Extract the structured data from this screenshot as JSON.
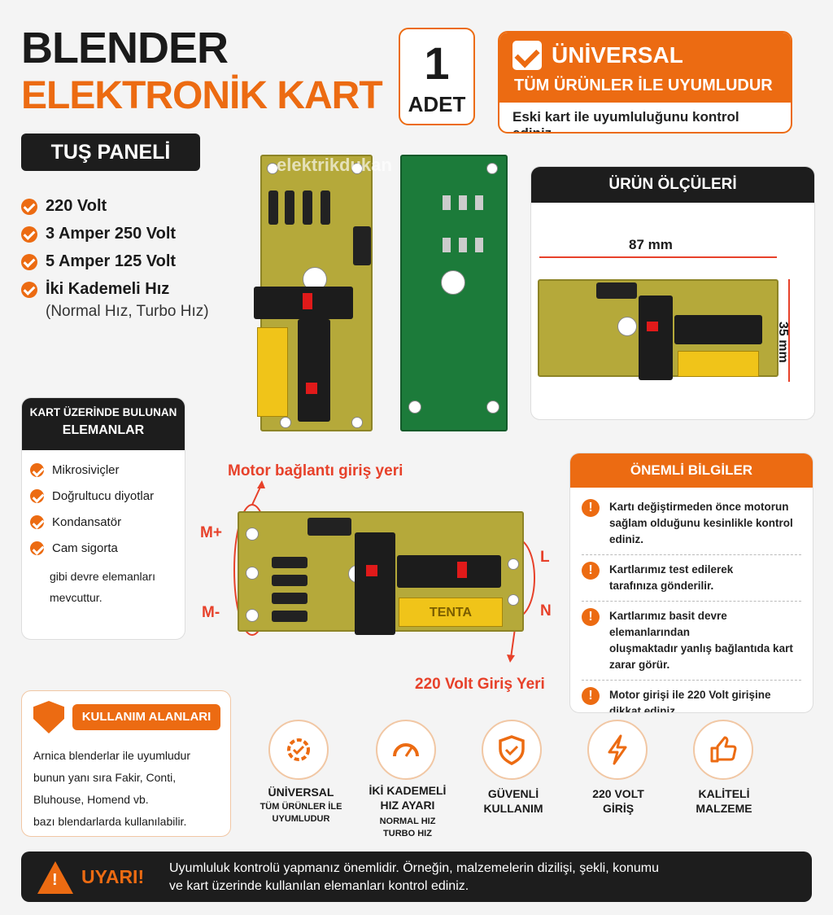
{
  "header": {
    "title_line1": "BLENDER",
    "title_line2": "ELEKTRONİK KART",
    "subtitle_pill": "TUŞ PANELİ"
  },
  "quantity": {
    "number": "1",
    "unit": "ADET"
  },
  "universal": {
    "title": "ÜNİVERSAL",
    "subtitle": "TÜM ÜRÜNLER İLE UYUMLUDUR",
    "note": "Eski kart ile uyumluluğunu kontrol ediniz."
  },
  "features": [
    "220 Volt",
    "3 Amper 250 Volt",
    "5 Amper 125 Volt",
    "İki Kademeli Hız"
  ],
  "features_sub": "(Normal Hız, Turbo Hız)",
  "watermark": "elektrikdukan",
  "dimensions": {
    "title": "ÜRÜN ÖLÇÜLERİ",
    "width": "87 mm",
    "height": "35 mm"
  },
  "components_box": {
    "title_line1": "KART ÜZERİNDE BULUNAN",
    "title_line2": "ELEMANLAR",
    "items": [
      "Mikrosiviçler",
      "Doğrultucu diyotlar",
      "Kondansatör",
      "Cam sigorta"
    ],
    "footer": [
      "gibi devre elemanları",
      "mevcuttur."
    ]
  },
  "diagram": {
    "motor_label": "Motor bağlantı giriş yeri",
    "m_plus": "M+",
    "m_minus": "M-",
    "l": "L",
    "n": "N",
    "power_label": "220 Volt Giriş Yeri"
  },
  "important": {
    "title": "ÖNEMLİ BİLGİLER",
    "items": [
      [
        "Kartı değiştirmeden önce motorun",
        "sağlam olduğunu kesinlikle kontrol ediniz."
      ],
      [
        "Kartlarımız test edilerek",
        "tarafınıza gönderilir."
      ],
      [
        "Kartlarımız basit devre elemanlarından",
        "oluşmaktadır yanlış bağlantıda kart",
        "zarar görür."
      ],
      [
        "Motor girişi ile 220 Volt girişine",
        "dikkat ediniz."
      ]
    ]
  },
  "usage": {
    "title": "KULLANIM ALANLARI",
    "lines": [
      "Arnica blenderlar ile uyumludur",
      "bunun yanı sıra Fakir, Conti,",
      "Bluhouse, Homend vb.",
      "bazı blendarlarda kullanılabilir."
    ]
  },
  "icons": [
    {
      "icon": "gear-check-icon",
      "label": "ÜNİVERSAL",
      "sub": [
        "TÜM ÜRÜNLER İLE",
        "UYUMLUDUR"
      ]
    },
    {
      "icon": "speedometer-icon",
      "label": "İKİ KADEMELİ HIZ AYARI",
      "sub": [
        "NORMAL HIZ",
        "TURBO HIZ"
      ]
    },
    {
      "icon": "shield-check-icon",
      "label": "GÜVENLİ KULLANIM",
      "sub": []
    },
    {
      "icon": "lightning-icon",
      "label": "220 VOLT GİRİŞ",
      "sub": []
    },
    {
      "icon": "thumbs-up-icon",
      "label": "KALİTELİ MALZEME",
      "sub": []
    }
  ],
  "warning": {
    "label": "UYARI!",
    "line1": "Uyumluluk kontrolü yapmanız önemlidir. Örneğin, malzemelerin dizilişi, şekli, konumu",
    "line2": "ve kart üzerinde kullanılan elemanları kontrol ediniz."
  },
  "pcb_labels": {
    "brand": "TENTA"
  },
  "colors": {
    "accent": "#ec6b12",
    "dark": "#1d1d1d"
  }
}
